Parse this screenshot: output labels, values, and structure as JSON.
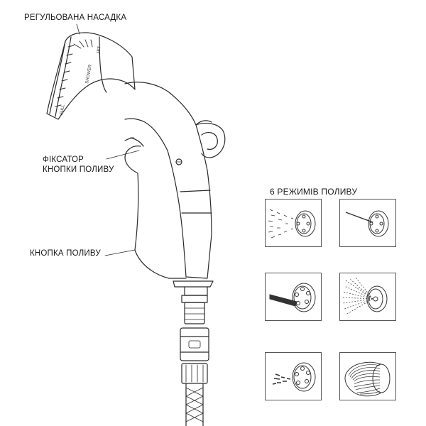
{
  "labels": {
    "nozzle": "РЕГУЛЬОВАНА НАСАДКА",
    "lock_line1": "ФІКСАТОР",
    "lock_line2": "КНОПКИ ПОЛИВУ",
    "button": "КНОПКА ПОЛИВУ",
    "modes_title": "6 РЕЖИМІВ ПОЛИВУ"
  },
  "dial_text": {
    "full": "FULL",
    "shower": "SHOWER",
    "jet": "JET"
  },
  "modes": [
    {
      "icon": "mist-spray-icon"
    },
    {
      "icon": "jet-spray-icon"
    },
    {
      "icon": "flat-stream-icon"
    },
    {
      "icon": "cone-spray-icon"
    },
    {
      "icon": "soaker-spray-icon"
    },
    {
      "icon": "shower-spray-icon"
    }
  ],
  "colors": {
    "line": "#2a2a2a",
    "box": "#555555",
    "background": "#ffffff"
  }
}
